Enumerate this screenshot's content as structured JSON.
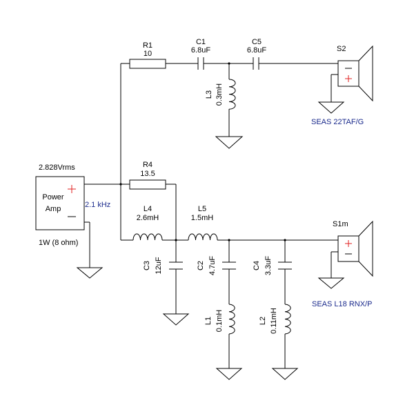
{
  "components": {
    "R1": {
      "name": "R1",
      "value": "10"
    },
    "R4": {
      "name": "R4",
      "value": "13.5"
    },
    "C1": {
      "name": "C1",
      "value": "6.8uF"
    },
    "C5": {
      "name": "C5",
      "value": "6.8uF"
    },
    "C2": {
      "name": "C2",
      "value": "4.7uF"
    },
    "C3": {
      "name": "C3",
      "value": "12uF"
    },
    "C4": {
      "name": "C4",
      "value": "3.3uF"
    },
    "L1": {
      "name": "L1",
      "value": "0.1mH"
    },
    "L2": {
      "name": "L2",
      "value": "0.11mH"
    },
    "L3": {
      "name": "L3",
      "value": "0.3mH"
    },
    "L4": {
      "name": "L4",
      "value": "2.6mH"
    },
    "L5": {
      "name": "L5",
      "value": "1.5mH"
    }
  },
  "amp": {
    "voltage": "2.828Vrms",
    "label_line1": "Power",
    "label_line2": "Amp",
    "frequency": "2.1 kHz",
    "power": "1W (8 ohm)"
  },
  "speakers": {
    "tweeter": {
      "name": "S2",
      "model": "SEAS 22TAF/G"
    },
    "woofer": {
      "name": "S1m",
      "model": "SEAS L18 RNX/P"
    }
  },
  "colors": {
    "wire": "#000000",
    "polarity": "#e02020",
    "note_text": "#1a2a8c"
  }
}
